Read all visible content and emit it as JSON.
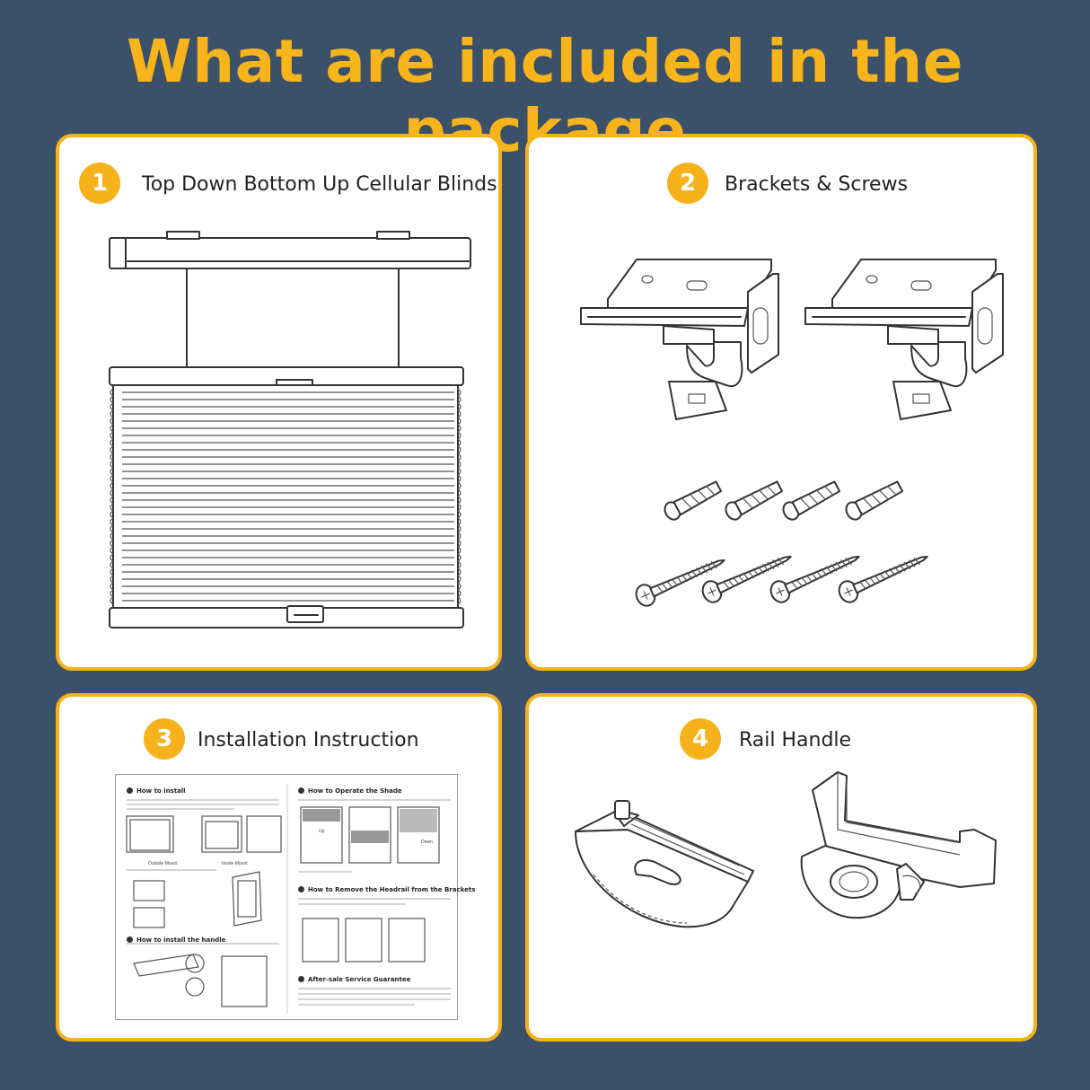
{
  "header": {
    "title": "What are included in the package"
  },
  "items": [
    {
      "number": "1",
      "label": "Top Down Bottom Up Cellular Blinds",
      "icon": "cellular-blind-icon"
    },
    {
      "number": "2",
      "label": "Brackets & Screws",
      "icon": "bracket-icon"
    },
    {
      "number": "3",
      "label": "Installation Instruction",
      "icon": "instruction-sheet-icon"
    },
    {
      "number": "4",
      "label": "Rail Handle",
      "icon": "rail-handle-icon"
    }
  ],
  "instruction_sheet": {
    "how_to_install": "How to install",
    "how_to_operate": "How to Operate the Shade",
    "how_to_remove": "How to Remove the Headrail from the Brackets",
    "how_to_handle": "How to install the handle",
    "after_sale": "After-sale Service Guarantee",
    "outside_mount": "Outside Mount",
    "inside_mount": "Inside Mount",
    "up_label": "Up",
    "down_label": "Down"
  },
  "colors": {
    "background": "#3b5069",
    "accent": "#f5b21b",
    "card": "#ffffff"
  }
}
